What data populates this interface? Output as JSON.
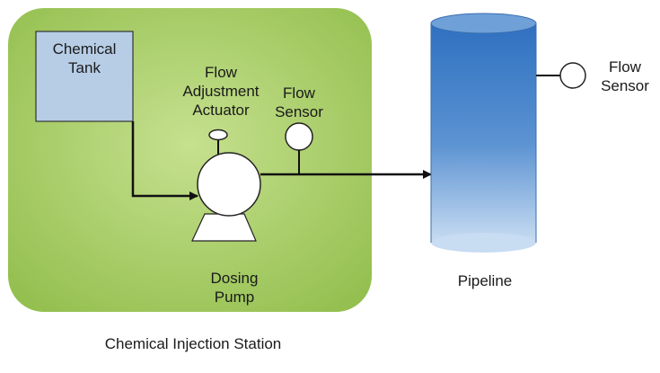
{
  "labels": {
    "chemical_tank": [
      "Chemical",
      "Tank"
    ],
    "flow_adjustment_actuator": [
      "Flow",
      "Adjustment",
      "Actuator"
    ],
    "local_flow_sensor": [
      "Flow",
      "Sensor"
    ],
    "dosing_pump": [
      "Dosing",
      "Pump"
    ],
    "pipeline": "Pipeline",
    "pipeline_flow_sensor": [
      "Flow",
      "Sensor"
    ],
    "station": "Chemical Injection Station"
  },
  "colors": {
    "station_fill": "#a9cf6a",
    "tank_fill": "#b7cde6",
    "pipe_fill": "#3f7ec6",
    "line": "#111111"
  }
}
